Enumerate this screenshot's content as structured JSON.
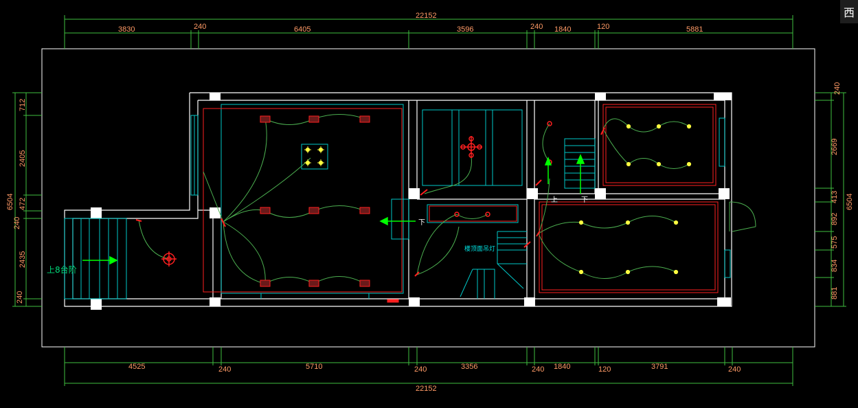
{
  "compass": "西",
  "dims": {
    "top_total": "22152",
    "top": [
      "3830",
      "240",
      "6405",
      "3596",
      "240",
      "1840",
      "120",
      "5881"
    ],
    "bottom_total": "22152",
    "bottom": [
      "4525",
      "240",
      "5710",
      "240",
      "3356",
      "240",
      "1840",
      "120",
      "3791",
      "240"
    ],
    "left_total": "6504",
    "left": [
      "712",
      "2405",
      "472",
      "240",
      "2435",
      "240"
    ],
    "right_total": "6504",
    "right": [
      "240",
      "2669",
      "413",
      "892",
      "575",
      "834",
      "881"
    ]
  },
  "labels": {
    "entry_steps": "上8台阶",
    "down": "下",
    "down2": "下",
    "up": "上",
    "stair_light": "楼顶面吊灯"
  },
  "colors": {
    "wall": "#ffffff",
    "dimension": "#ff9a66",
    "circuit": "#4caf50",
    "fixture": "#ff2020",
    "cyan": "#00c8c8",
    "lamp": "#ffff40",
    "arrow": "#00ff00"
  }
}
